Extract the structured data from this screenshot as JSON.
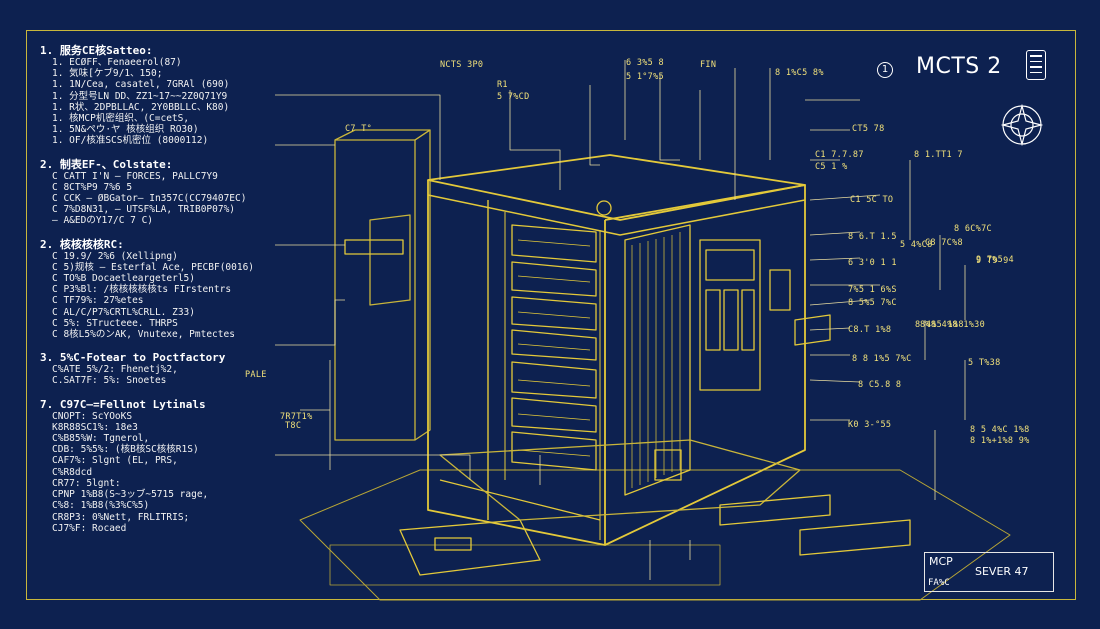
{
  "title": {
    "text": "MCTS 2",
    "circle_number": "1"
  },
  "icons": {
    "document": "document-icon",
    "compass": "compass-rose-icon"
  },
  "colors": {
    "background": "#0d2150",
    "line": "#e3c93a",
    "text": "#ffffff",
    "label": "#f0e07a"
  },
  "notes": [
    {
      "head": "1. 服务CE核Satteo:",
      "items": [
        "1. ECØFF、Fenaeerol(87)",
        "1. 気味[ケブ9/1、150;",
        "1. 1N/Cea, casatel, 7GRAl (690)",
        "1. 分型号LN DD、ZZ1~17~~2Z0Q71Y9",
        "1. R状、2DPBLLAC, 2Y0BBLLC、K80)",
        "1. 核MCP机密组织、(C=cetS,",
        "1. 5N&ペウ·ヤ 核核组织 RO30)",
        "1. OF/核准SCS机密位 (8000112)"
      ]
    },
    {
      "head": "2. 制表EF-、Colstate:",
      "items": [
        "C CATT I'N – FORCES, PALLC7Y9",
        "C 8CT%P9 7%6 5",
        "C CCK – ØBGator– In357C(CC79407EC)",
        "C 7%D8N31, – UTSF%LA, TRIB0P07%)",
        "– A&EDのY17/C 7 C)"
      ]
    },
    {
      "head": "2. 核核核核RC:",
      "items": [
        "C 19.9/ 2%6 (Xellipng)",
        "C 5)规核 – Esterfal Ace, PECBF(0016)",
        "C TO%B Docaetleargeterl5)",
        "C P3%Bl: /核核核核核ts FIrstentrs",
        "C TF79%: 27%etes",
        "C AL/C/P7%CRTL%CRLL. Z33)",
        "C 5%: STructeee. THRPS",
        "C 8核L5%のンAK, Vnutexe, Pmtectes"
      ]
    },
    {
      "head": "3. 5%C-Fotear to Poctfactory",
      "items": [
        "C%ATE 5%/2: Fhenetj%2,",
        "C.SAT7F: 5%: Snoetes"
      ]
    },
    {
      "head": "7. C97C–=Fellnot Lytinals",
      "items": [
        "CNOPT: ScYOoKS",
        "K8R88SC1%: 18e3",
        "C%B85%W: Tgnerol,",
        "CDB: 5%5%: (核B核SC核核R1S)",
        "CAF7%: Slgnt (EL, PRS,",
        "C%R8dcd",
        "CR77: 5lgnt:",
        "CPNP 1%B8(S~3ッブ~5715 rage,",
        "C%8: 1%B8(%3%C%5)",
        "CR8P3: 0%Nett, FRLITRIS;",
        "CJ7%F: Rocaed"
      ]
    }
  ],
  "callouts": [
    {
      "text": "C7 T°"
    },
    {
      "text": "R1"
    },
    {
      "text": "6 3%5 8"
    },
    {
      "text": "5 1°7%5"
    },
    {
      "text": "5 7%CD"
    },
    {
      "text": "CT5 78"
    },
    {
      "text": "8 1.TT1 7"
    },
    {
      "text": "C1 7.7.87"
    },
    {
      "text": "C5 1 %"
    },
    {
      "text": "C1 5C TO"
    },
    {
      "text": "8 6.T 1.5"
    },
    {
      "text": "6 3'0 1 1"
    },
    {
      "text": "7%5 1 6%S"
    },
    {
      "text": "8 5%5 7%C"
    },
    {
      "text": "C8.T 1%8"
    },
    {
      "text": "9 7%5 4"
    },
    {
      "text": "8 6C%7C"
    },
    {
      "text": "5 4%C8"
    },
    {
      "text": "8 4%5 1%8"
    },
    {
      "text": "5 T%38"
    },
    {
      "text": "8%8 4%8 1%30"
    },
    {
      "text": "8 C5.8 8"
    },
    {
      "text": "8 8 1%5 7%C"
    },
    {
      "text": "9 T9 9"
    },
    {
      "text": "8 1%C5 8%"
    },
    {
      "text": "C8 7C%8"
    },
    {
      "text": "K0 3-°55"
    },
    {
      "text": "8 5 4%C 1%8"
    },
    {
      "text": "8 1%+1%8 9%"
    },
    {
      "text": "PALE"
    },
    {
      "text": "7R7T1%"
    },
    {
      "text": "T8C"
    },
    {
      "text": "NCTS 3P0"
    },
    {
      "text": "FIN"
    }
  ],
  "title_block": {
    "line1": "MCP",
    "line2": "SEVER 47",
    "code": "FA%C"
  }
}
